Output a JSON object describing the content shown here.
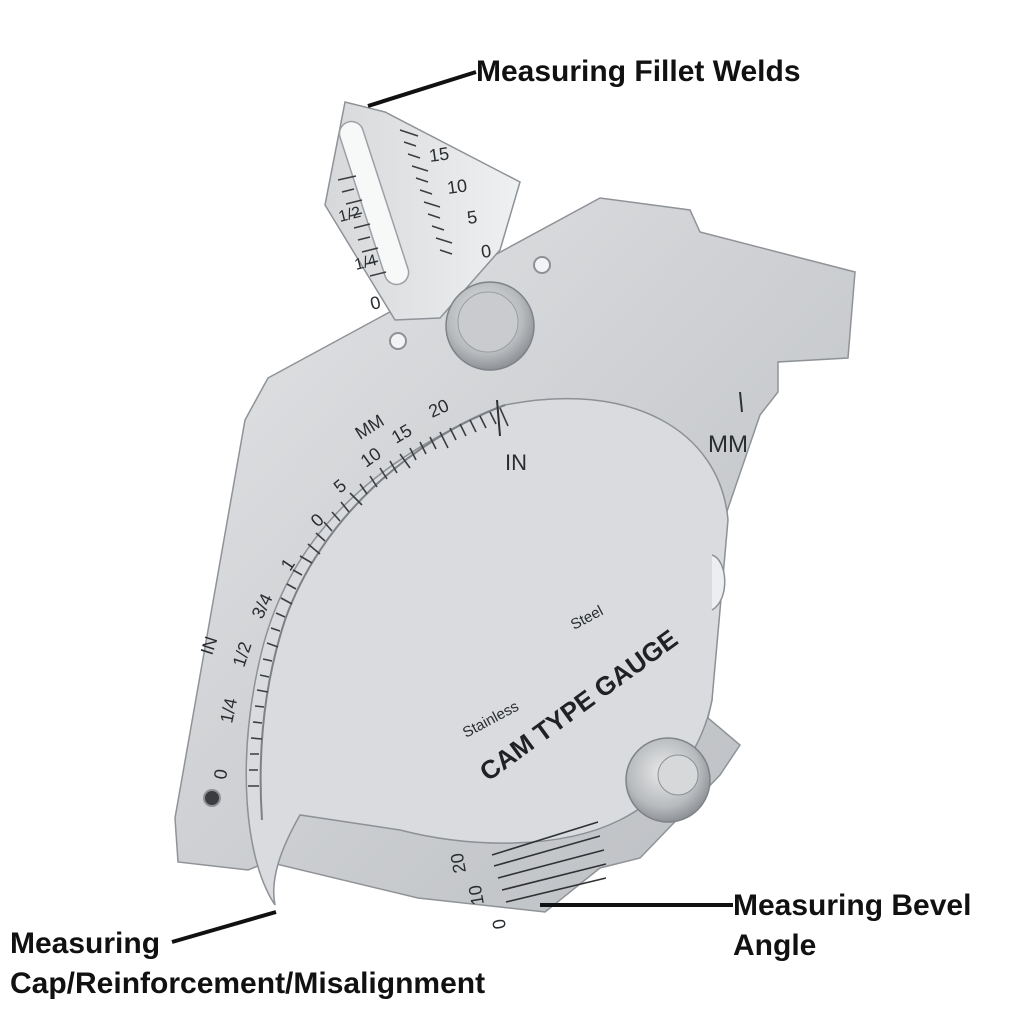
{
  "callouts": {
    "fillet": "Measuring Fillet Welds",
    "bevel_line1": "Measuring Bevel",
    "bevel_line2": "Angle",
    "cap_line1": "Measuring",
    "cap_line2": "Cap/Reinforcement/Misalignment"
  },
  "gauge": {
    "brand_line1": "Stainless",
    "brand_line2": "Steel",
    "model": "CAM TYPE GAUGE",
    "unit_in": "IN",
    "unit_mm": "MM",
    "fillet_scale_mm": [
      "15",
      "10",
      "5",
      "0"
    ],
    "fillet_scale_in": [
      "1/2",
      "1/4",
      "0"
    ],
    "arc_scale_mm": [
      "0",
      "5",
      "10",
      "15",
      "20"
    ],
    "arc_scale_in": [
      "0",
      "1/4",
      "1/2",
      "3/4",
      "1"
    ],
    "bevel_scale": [
      "20",
      "10",
      "0"
    ]
  },
  "colors": {
    "steel_light": "#d8dadc",
    "steel_mid": "#c3c6c9",
    "steel_dark": "#9fa3a7",
    "text": "#111111"
  }
}
